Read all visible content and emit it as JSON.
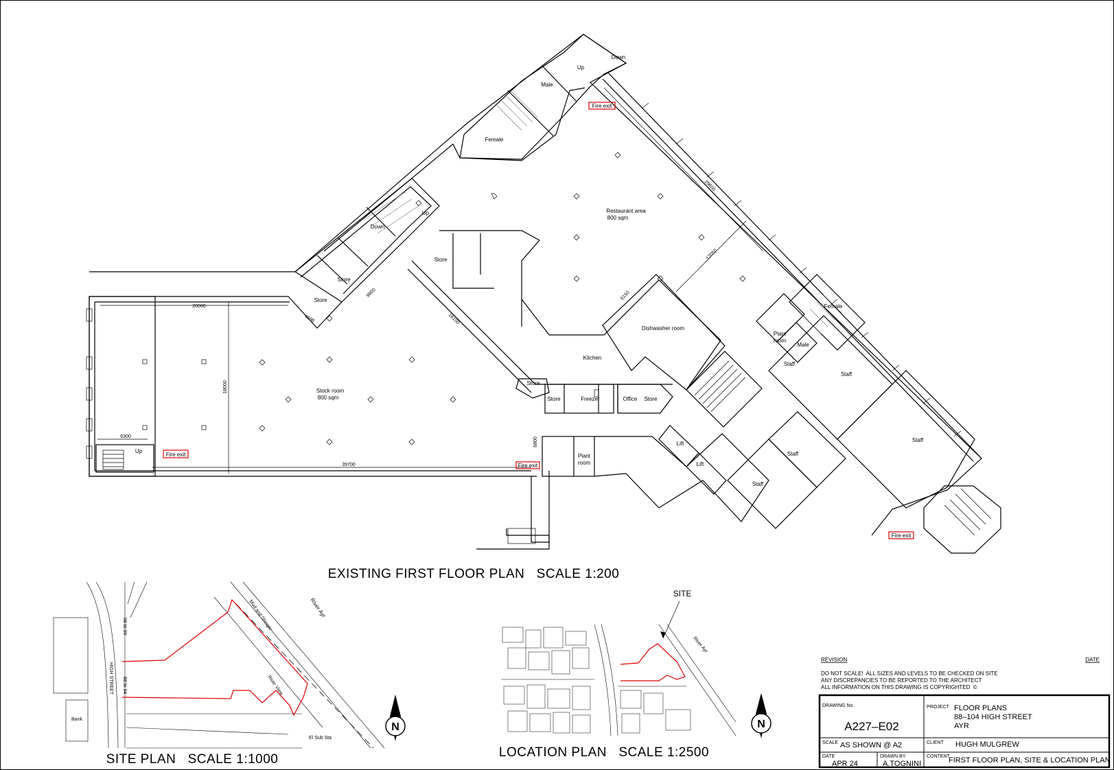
{
  "main_plan": {
    "title": "EXISTING FIRST FLOOR PLAN   SCALE 1:200",
    "rooms": {
      "male_top": "Male",
      "female_top": "Female",
      "restaurant": "Restaurant area",
      "restaurant_area": "800 sqm",
      "down_top": "Down",
      "up_top": "Up",
      "up_stair": "Up",
      "down_stair": "Down",
      "store_1": "Store",
      "store_2": "Store",
      "store_3": "Store",
      "store_4": "Store",
      "store_5": "Store",
      "store_6": "Store",
      "stock_room": "Stock room",
      "stock_area": "800 sqm",
      "kitchen": "Kitchen",
      "dishwasher": "Dishwasher room",
      "freezer": "Freezer",
      "office": "Office",
      "plant_room_1": "Plant",
      "plant_room_1b": "room",
      "plant_room_2": "Plant",
      "plant_room_2b": "room",
      "female_right": "Female",
      "male_right": "Male",
      "staff_1": "Staff",
      "staff_2": "Staff",
      "staff_3": "Staff",
      "staff_4": "Staff",
      "staff_5": "Staff",
      "lift_1": "Lift",
      "lift_2": "Lift",
      "up_left": "Up"
    },
    "fire_exits": [
      "Fire exit",
      "Fire exit",
      "Fire exit",
      "Fire exit"
    ],
    "dimensions": [
      "20000",
      "4696",
      "9800",
      "16100",
      "18000",
      "39700",
      "6300",
      "6800",
      "6150",
      "12050",
      "29600"
    ]
  },
  "site_plan": {
    "title": "SITE PLAN   SCALE 1:1000",
    "labels": {
      "high_street": "HIGH STREET",
      "river_ayr": "River Ayr",
      "mud": "Mud and Shingle",
      "river_view": "River View",
      "el_sub": "El Sub Sta",
      "bank": "Bank",
      "numbers_a": "98 to 99",
      "numbers_b": "88 to 94"
    }
  },
  "location_plan": {
    "title": "LOCATION PLAN   SCALE 1:2500",
    "site_label": "SITE",
    "river": "River Ayr"
  },
  "north_arrows": [
    "N",
    "N"
  ],
  "title_block": {
    "revision": "REVISION",
    "date_hdr": "DATE",
    "notes": [
      "DO NOT SCALE!  ALL SIZES AND LEVELS TO BE CHECKED ON SITE",
      "ANY DISCREPANCIES TO BE REPORTED TO THE ARCHITECT",
      "ALL INFORMATION ON THIS DRAWING IS COPYRIGHTED  ©"
    ],
    "drawing_no_label": "DRAWING No.",
    "drawing_no": "A227–E02",
    "project_label": "PROJECT",
    "project": [
      "FLOOR PLANS",
      "88–104 HIGH STREET",
      "AYR"
    ],
    "scale_label": "SCALE",
    "scale": "AS SHOWN @ A2",
    "client_label": "CLIENT",
    "client": "HUGH MULGREW",
    "date_label": "DATE",
    "date": "APR 24",
    "drawn_label": "DRAWN BY",
    "drawn_by": "A.TOGNINI",
    "content_label": "CONTENT",
    "content": "FIRST FLOOR PLAN, SITE & LOCATION PLAN"
  }
}
